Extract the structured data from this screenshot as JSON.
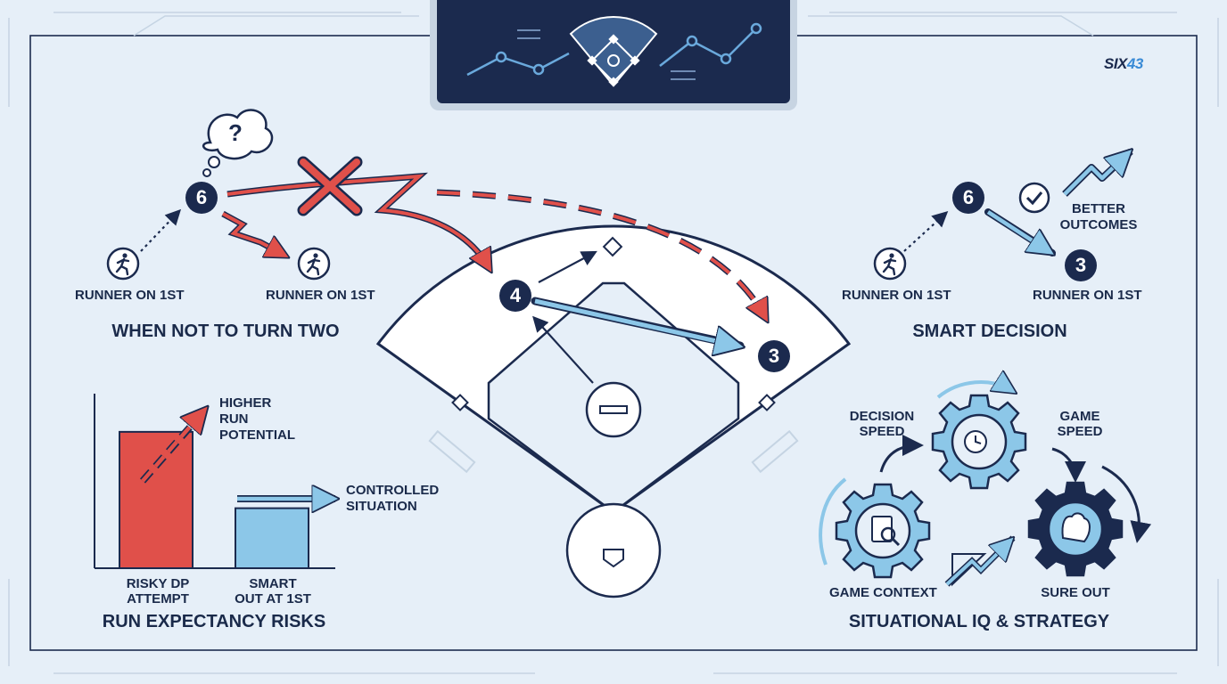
{
  "logo": {
    "text_a": "SIX",
    "text_b": "43"
  },
  "left_panel": {
    "runner_left": "RUNNER ON 1ST",
    "runner_right": "RUNNER ON 1ST",
    "fielder_ss": "6",
    "title": "WHEN NOT TO TURN TWO",
    "thought": "?"
  },
  "right_panel": {
    "runner_left": "RUNNER ON 1ST",
    "runner_right": "RUNNER ON 1ST",
    "fielder_ss": "6",
    "fielder_1b": "3",
    "better_outcomes": "BETTER OUTCOMES",
    "title": "SMART DECISION"
  },
  "field": {
    "fielder_2b": "4",
    "fielder_1b": "3"
  },
  "chart": {
    "title": "RUN EXPECTANCY RISKS",
    "higher_run": "HIGHER RUN POTENTIAL",
    "controlled": "CONTROLLED SITUATION",
    "risky": "RISKY DP ATTEMPT",
    "smart_out": "SMART OUT AT 1ST"
  },
  "strategy": {
    "title": "SITUATIONAL IQ & STRATEGY",
    "decision_speed": "DECISION SPEED",
    "game_speed": "GAME SPEED",
    "game_context": "GAME CONTEXT",
    "sure_out": "SURE OUT"
  },
  "colors": {
    "navy": "#1b2a4e",
    "red": "#e0504a",
    "blue": "#8cc7e8",
    "accent": "#3a8bd6",
    "background": "#e6eff8"
  },
  "chart_data": {
    "type": "bar",
    "categories": [
      "RISKY DP ATTEMPT",
      "SMART OUT AT 1ST"
    ],
    "values": [
      2.5,
      1.1
    ],
    "title": "RUN EXPECTANCY RISKS",
    "xlabel": "",
    "ylabel": "",
    "ylim": [
      0,
      3.2
    ]
  }
}
